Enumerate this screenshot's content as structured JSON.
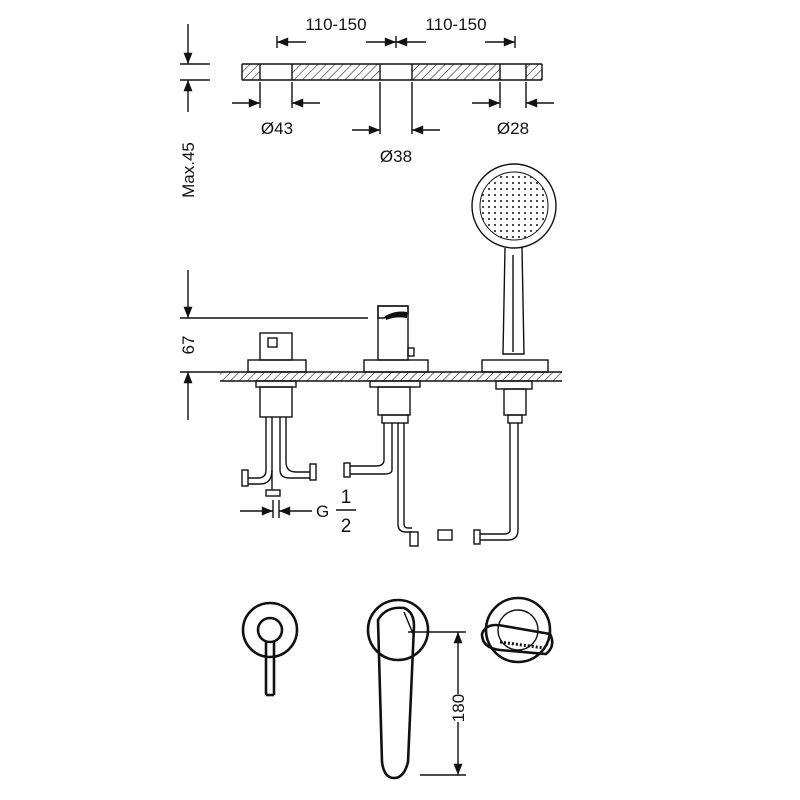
{
  "dimensions": {
    "spacing_left": "110-150",
    "spacing_right": "110-150",
    "hole_left": "Ø43",
    "hole_center": "Ø38",
    "hole_right": "Ø28",
    "max_thickness": "Max.45",
    "height": "67",
    "thread_prefix": "G",
    "thread_numerator": "1",
    "thread_denominator": "2",
    "spout_reach": "180"
  },
  "components": [
    "mixer-control",
    "spout",
    "hand-shower"
  ]
}
